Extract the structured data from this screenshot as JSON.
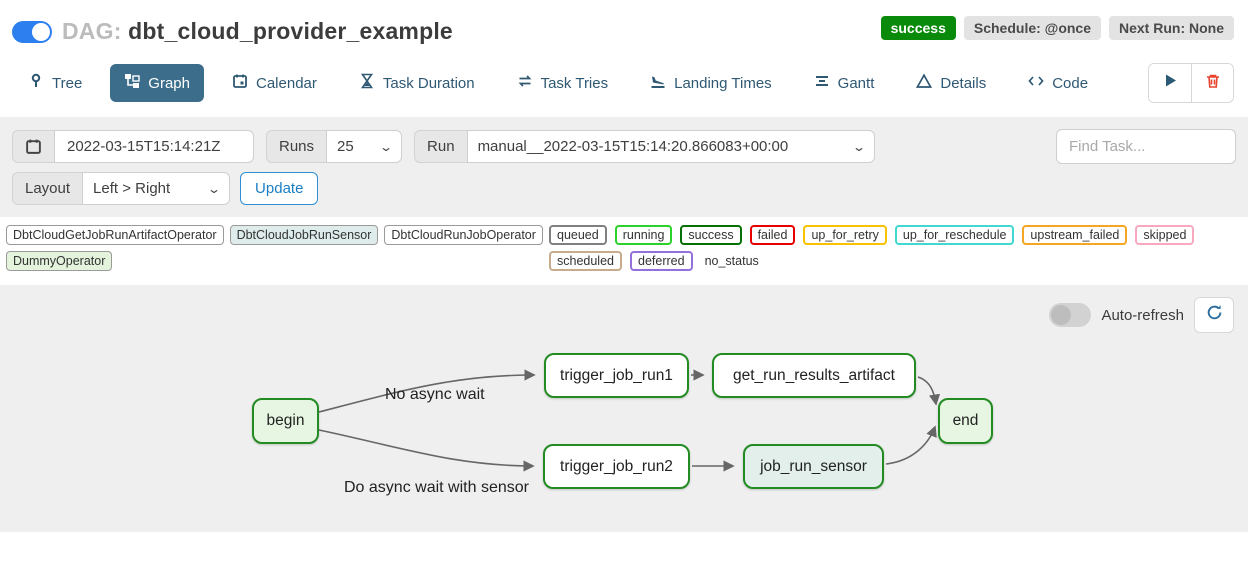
{
  "header": {
    "dag_prefix": "DAG:",
    "dag_title": "dbt_cloud_provider_example",
    "pause_toggle_state": "on",
    "status_badge": {
      "label": "success",
      "color": "#0a8a0a"
    },
    "schedule_badge": "Schedule: @once",
    "next_run_badge": "Next Run: None"
  },
  "tabs": [
    {
      "label": "Tree",
      "icon": "tree-icon",
      "active": false
    },
    {
      "label": "Graph",
      "icon": "graph-icon",
      "active": true
    },
    {
      "label": "Calendar",
      "icon": "calendar-icon",
      "active": false
    },
    {
      "label": "Task Duration",
      "icon": "hourglass-icon",
      "active": false
    },
    {
      "label": "Task Tries",
      "icon": "repeat-icon",
      "active": false
    },
    {
      "label": "Landing Times",
      "icon": "plane-landing-icon",
      "active": false
    },
    {
      "label": "Gantt",
      "icon": "gantt-bars-icon",
      "active": false
    },
    {
      "label": "Details",
      "icon": "triangle-icon",
      "active": false
    },
    {
      "label": "Code",
      "icon": "code-icon",
      "active": false
    }
  ],
  "actions": {
    "play_icon": "play-icon",
    "play_color": "#2c5a74",
    "delete_icon": "trash-icon",
    "delete_color": "#e8432e"
  },
  "filters": {
    "date_value": "2022-03-15T15:14:21Z",
    "runs_label": "Runs",
    "runs_value": "25",
    "run_label": "Run",
    "run_value": "manual__2022-03-15T15:14:20.866083+00:00",
    "find_task_placeholder": "Find Task...",
    "layout_label": "Layout",
    "layout_value": "Left > Right",
    "update_label": "Update",
    "update_color": "#1b7ec4"
  },
  "legend": {
    "operators": [
      {
        "label": "DbtCloudGetJobRunArtifactOperator",
        "fill": "#ffffff"
      },
      {
        "label": "DbtCloudJobRunSensor",
        "fill": "#dfecec"
      },
      {
        "label": "DbtCloudRunJobOperator",
        "fill": "#ffffff"
      },
      {
        "label": "DummyOperator",
        "fill": "#e3f3dc"
      }
    ],
    "statuses": [
      {
        "label": "queued",
        "color": "#808080"
      },
      {
        "label": "running",
        "color": "#2bd22b"
      },
      {
        "label": "success",
        "color": "#057005"
      },
      {
        "label": "failed",
        "color": "#e60000"
      },
      {
        "label": "up_for_retry",
        "color": "#f7c200"
      },
      {
        "label": "up_for_reschedule",
        "color": "#40d8d0"
      },
      {
        "label": "upstream_failed",
        "color": "#f5a623"
      },
      {
        "label": "skipped",
        "color": "#f8a9c0"
      },
      {
        "label": "scheduled",
        "color": "#c6ab8c"
      },
      {
        "label": "deferred",
        "color": "#9370db"
      }
    ],
    "no_status_label": "no_status"
  },
  "graph": {
    "auto_refresh_label": "Auto-refresh",
    "auto_refresh_state": "off",
    "refresh_icon": "refresh-icon",
    "nodes": [
      {
        "id": "begin",
        "label": "begin",
        "fill": "#e7f6e2",
        "border": "#228b22"
      },
      {
        "id": "trigger_job_run1",
        "label": "trigger_job_run1",
        "fill": "#ffffff",
        "border": "#228b22"
      },
      {
        "id": "get_run_results_artifact",
        "label": "get_run_results_artifact",
        "fill": "#ffffff",
        "border": "#228b22"
      },
      {
        "id": "trigger_job_run2",
        "label": "trigger_job_run2",
        "fill": "#ffffff",
        "border": "#228b22"
      },
      {
        "id": "job_run_sensor",
        "label": "job_run_sensor",
        "fill": "#e2efeb",
        "border": "#228b22"
      },
      {
        "id": "end",
        "label": "end",
        "fill": "#e7f6e2",
        "border": "#228b22"
      }
    ],
    "edges": [
      {
        "from": "begin",
        "to": "trigger_job_run1",
        "label": "No async wait"
      },
      {
        "from": "begin",
        "to": "trigger_job_run2",
        "label": "Do async wait with sensor"
      },
      {
        "from": "trigger_job_run1",
        "to": "get_run_results_artifact",
        "label": ""
      },
      {
        "from": "trigger_job_run2",
        "to": "job_run_sensor",
        "label": ""
      },
      {
        "from": "get_run_results_artifact",
        "to": "end",
        "label": ""
      },
      {
        "from": "job_run_sensor",
        "to": "end",
        "label": ""
      }
    ]
  }
}
